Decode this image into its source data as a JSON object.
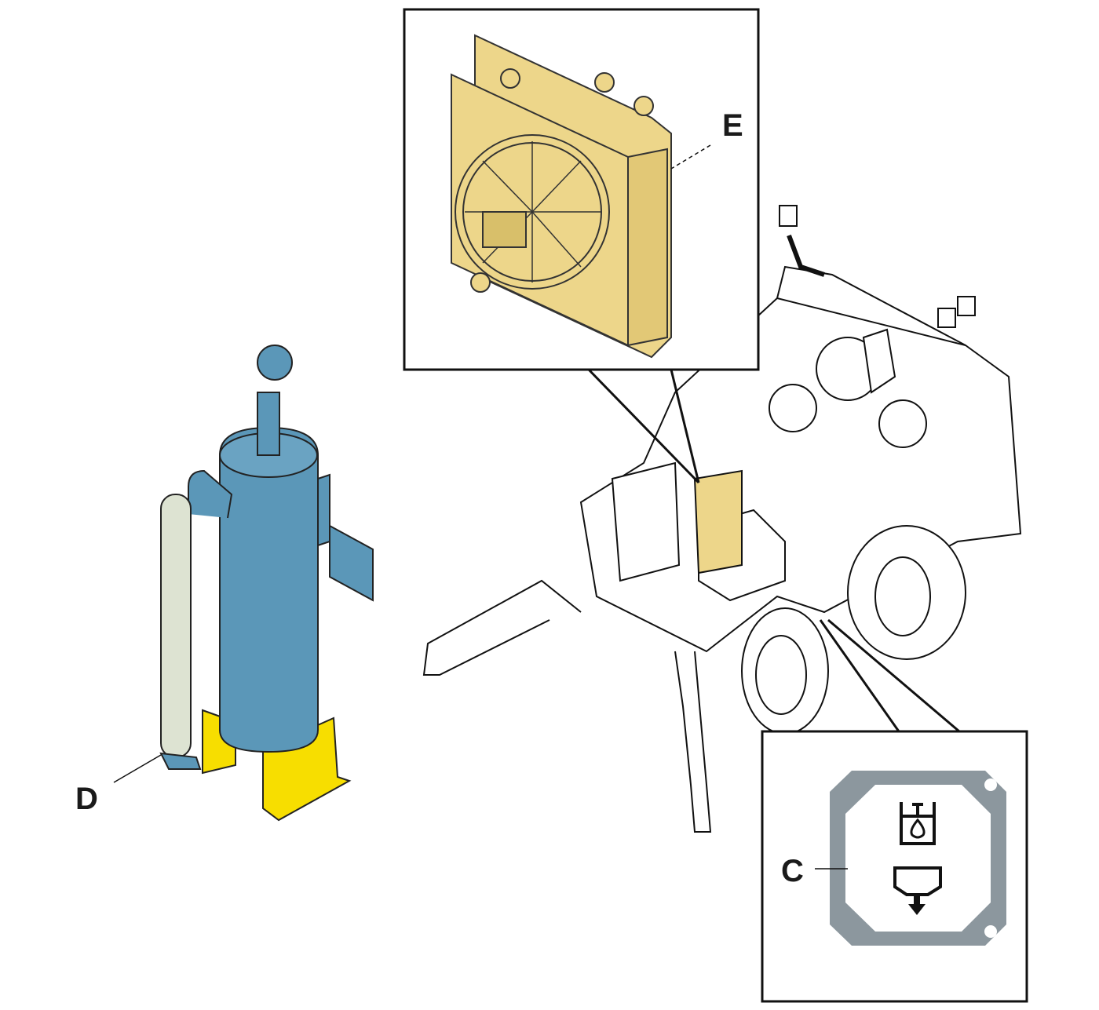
{
  "labels": {
    "e": "E",
    "d": "D",
    "c": "C"
  },
  "colors": {
    "tank": "#5b97b8",
    "filter": "#dde3d2",
    "bracket": "#f7de00",
    "radiator": "#edd68a",
    "plate": "#8c979e"
  },
  "icons": [
    "fluid-reservoir-icon",
    "drain-icon"
  ]
}
